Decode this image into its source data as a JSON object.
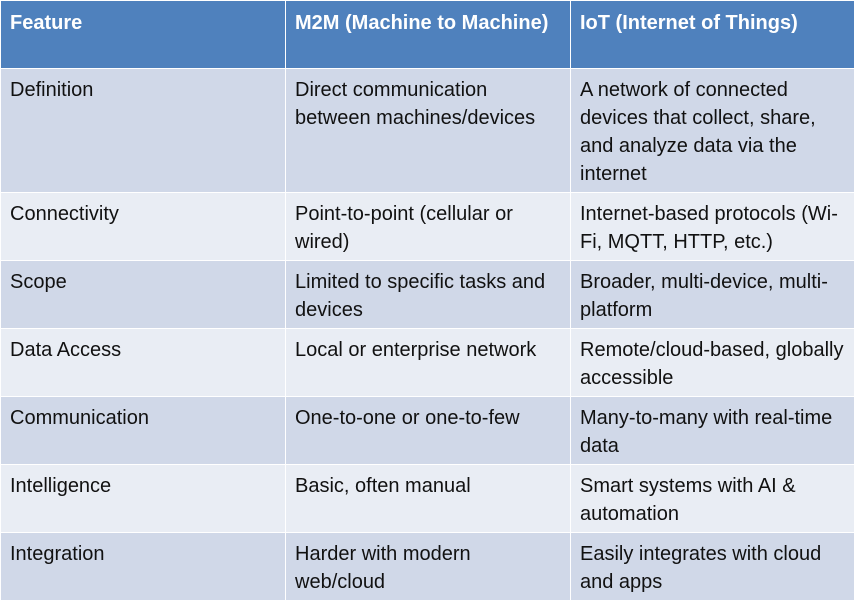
{
  "table": {
    "headers": [
      "Feature",
      "M2M (Machine to Machine)",
      "IoT (Internet of Things)"
    ],
    "rows": [
      [
        "Definition",
        "Direct communication between machines/devices",
        "A network of connected devices that collect, share, and analyze data via the internet"
      ],
      [
        "Connectivity",
        "Point-to-point (cellular or wired)",
        "Internet-based protocols (Wi-Fi, MQTT, HTTP, etc.)"
      ],
      [
        "Scope",
        "Limited to specific tasks and devices",
        "Broader, multi-device, multi-platform"
      ],
      [
        "Data Access",
        "Local or enterprise network",
        "Remote/cloud-based, globally accessible"
      ],
      [
        "Communication",
        "One-to-one or one-to-few",
        "Many-to-many with real-time data"
      ],
      [
        "Intelligence",
        "Basic, often manual",
        "Smart systems with AI & automation"
      ],
      [
        "Integration",
        "Harder with modern web/cloud",
        "Easily integrates with cloud and apps"
      ]
    ]
  },
  "colors": {
    "header_bg": "#4f81bd",
    "row_odd_bg": "#d0d8e8",
    "row_even_bg": "#e9edf4"
  }
}
